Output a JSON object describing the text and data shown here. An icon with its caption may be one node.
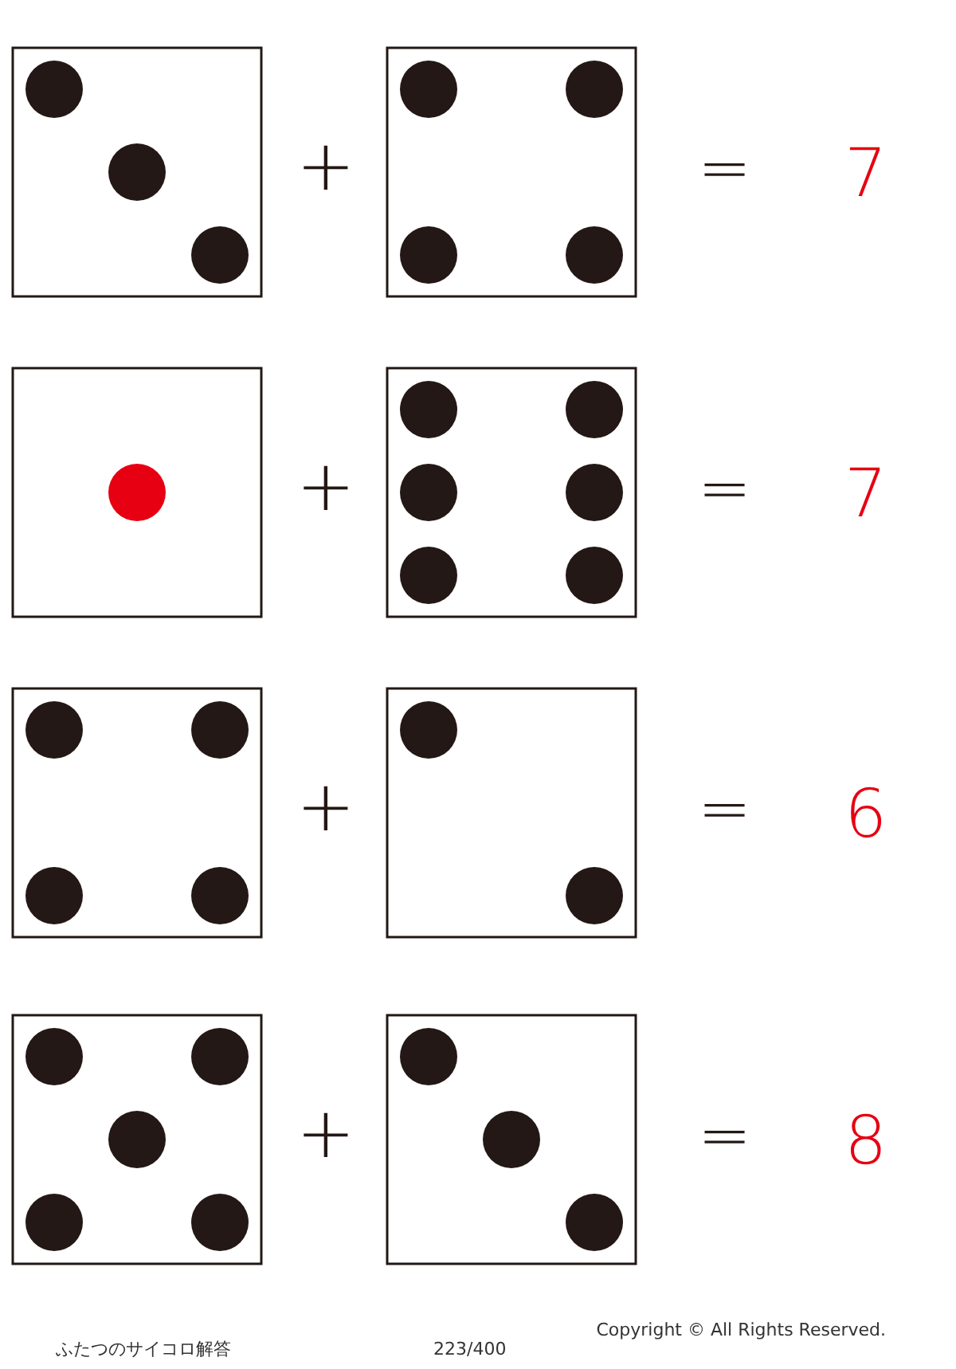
{
  "diagram": {
    "labels": [
      "+",
      "=",
      "7",
      "+",
      "=",
      "7",
      "+",
      "=",
      "6",
      "+",
      "=",
      "8",
      "ふたつのサイコロ解答",
      "223/400",
      "Copyright © All Rights Reserved."
    ]
  }
}
